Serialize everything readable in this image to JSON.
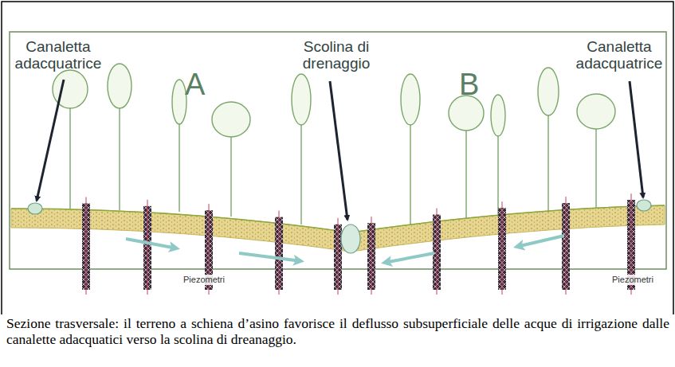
{
  "diagram": {
    "caption": "Sezione trasversale: il terreno a schiena d’asino favorisce il deflusso subsuperficiale delle acque di irrigazione dalle canalette adacquatici verso la scolina di dreanaggio.",
    "labels": [
      "Canaletta adacquatrice",
      "Scolina di drenaggio",
      "Canaletta adacquatrice",
      "A",
      "B",
      "Piezometri",
      "Piezometri"
    ]
  }
}
